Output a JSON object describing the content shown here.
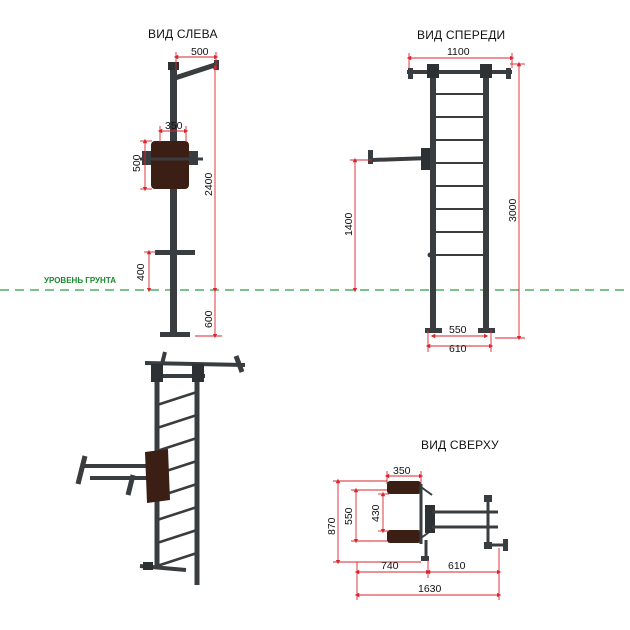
{
  "views": {
    "left": "ВИД СЛЕВА",
    "front": "ВИД СПЕРЕДИ",
    "top": "ВИД СВЕРХУ"
  },
  "ground_label": "УРОВЕНЬ ГРУНТА",
  "dims_left": {
    "arm": "500",
    "seat_width": "350",
    "seat_height": "500",
    "total_height": "2400",
    "step_height": "400",
    "underground": "600"
  },
  "dims_front": {
    "width": "1100",
    "bar_height": "1400",
    "total_height": "3000",
    "inner_width": "550",
    "outer_width": "610"
  },
  "dims_top": {
    "pad_width": "350",
    "depth": "870",
    "outer": "550",
    "inner": "430",
    "left_offset": "740",
    "right_offset": "610",
    "total": "1630"
  },
  "colors": {
    "frame": "#3a3d40",
    "pad": "#3b1f14",
    "dimension": "#d9232d",
    "ground": "#2e9a44"
  }
}
